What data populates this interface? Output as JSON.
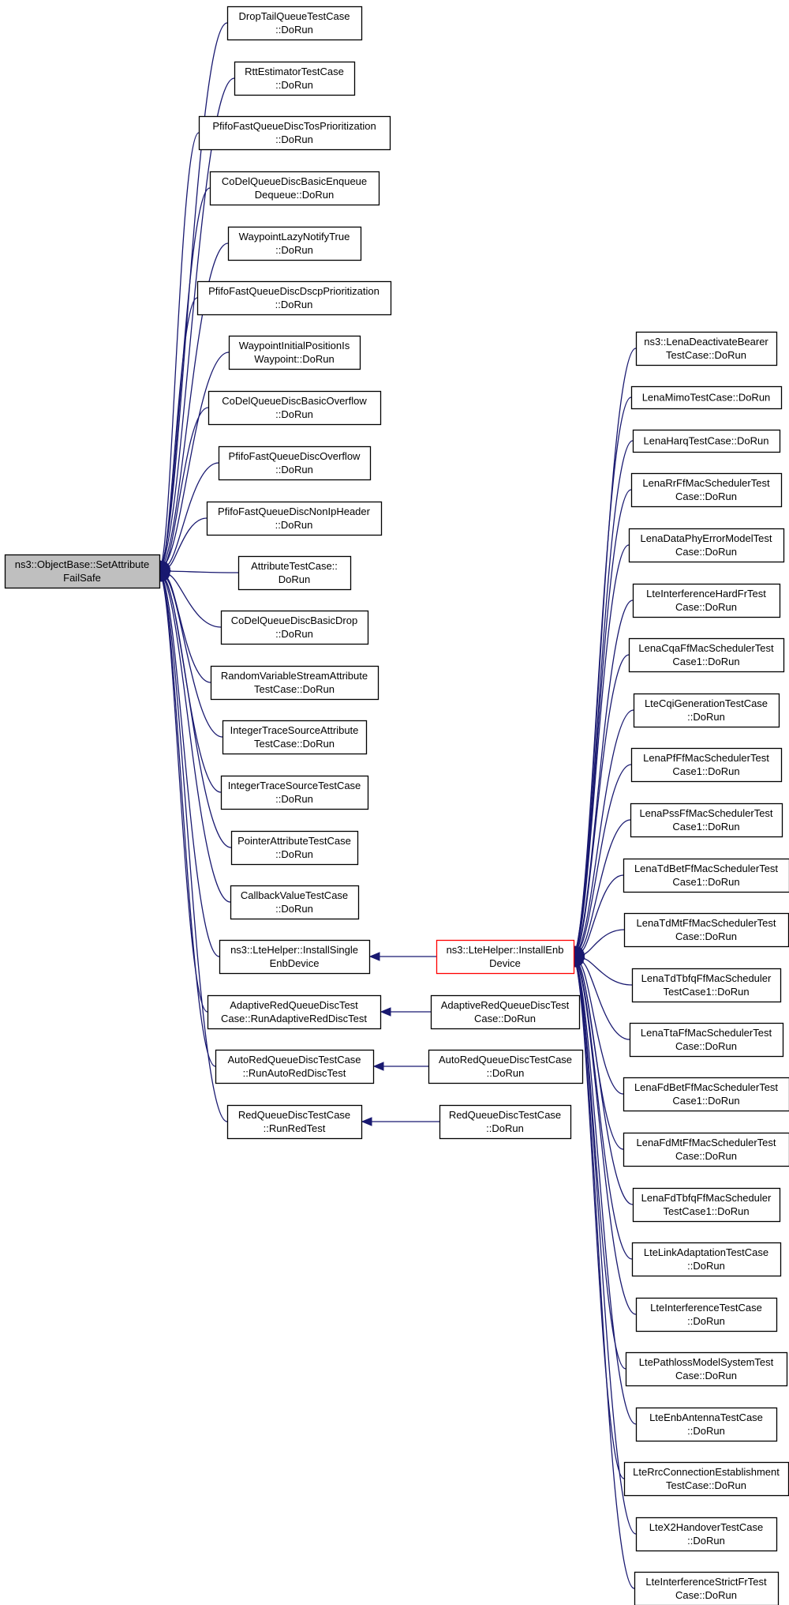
{
  "diagram": {
    "title": "",
    "edge_color": "#191970",
    "highlight_color": "#ff0000",
    "root_fill": "#bfbfbf",
    "nodes": [
      {
        "id": "objectbase_setattributefailsafe",
        "lines": [
          "ns3::ObjectBase::SetAttribute",
          "FailSafe"
        ],
        "style": "root"
      },
      {
        "id": "droptail",
        "lines": [
          "DropTailQueueTestCase",
          "::DoRun"
        ]
      },
      {
        "id": "rttestimator",
        "lines": [
          "RttEstimatorTestCase",
          "::DoRun"
        ]
      },
      {
        "id": "pfifo_tos",
        "lines": [
          "PfifoFastQueueDiscTosPrioritization",
          "::DoRun"
        ]
      },
      {
        "id": "codel_enqueue",
        "lines": [
          "CoDelQueueDiscBasicEnqueue",
          "Dequeue::DoRun"
        ]
      },
      {
        "id": "waypoint_lazy",
        "lines": [
          "WaypointLazyNotifyTrue",
          "::DoRun"
        ]
      },
      {
        "id": "pfifo_dscp",
        "lines": [
          "PfifoFastQueueDiscDscpPrioritization",
          "::DoRun"
        ]
      },
      {
        "id": "waypoint_initial",
        "lines": [
          "WaypointInitialPositionIs",
          "Waypoint::DoRun"
        ]
      },
      {
        "id": "codel_overflow",
        "lines": [
          "CoDelQueueDiscBasicOverflow",
          "::DoRun"
        ]
      },
      {
        "id": "pfifo_overflow",
        "lines": [
          "PfifoFastQueueDiscOverflow",
          "::DoRun"
        ]
      },
      {
        "id": "pfifo_nonip",
        "lines": [
          "PfifoFastQueueDiscNonIpHeader",
          "::DoRun"
        ]
      },
      {
        "id": "attribute_testcase",
        "lines": [
          "AttributeTestCase::",
          "DoRun"
        ]
      },
      {
        "id": "codel_drop",
        "lines": [
          "CoDelQueueDiscBasicDrop",
          "::DoRun"
        ]
      },
      {
        "id": "randomvar_attr",
        "lines": [
          "RandomVariableStreamAttribute",
          "TestCase::DoRun"
        ]
      },
      {
        "id": "inttrace_attr",
        "lines": [
          "IntegerTraceSourceAttribute",
          "TestCase::DoRun"
        ]
      },
      {
        "id": "inttrace_tc",
        "lines": [
          "IntegerTraceSourceTestCase",
          "::DoRun"
        ]
      },
      {
        "id": "pointer_attr",
        "lines": [
          "PointerAttributeTestCase",
          "::DoRun"
        ]
      },
      {
        "id": "callback_value",
        "lines": [
          "CallbackValueTestCase",
          "::DoRun"
        ]
      },
      {
        "id": "ltehelper_single",
        "lines": [
          "ns3::LteHelper::InstallSingle",
          "EnbDevice"
        ]
      },
      {
        "id": "adaptivered_run",
        "lines": [
          "AdaptiveRedQueueDiscTest",
          "Case::RunAdaptiveRedDiscTest"
        ]
      },
      {
        "id": "autored_run",
        "lines": [
          "AutoRedQueueDiscTestCase",
          "::RunAutoRedDiscTest"
        ]
      },
      {
        "id": "red_run",
        "lines": [
          "RedQueueDiscTestCase",
          "::RunRedTest"
        ]
      },
      {
        "id": "ltehelper_install",
        "lines": [
          "ns3::LteHelper::InstallEnb",
          "Device"
        ],
        "style": "highlight"
      },
      {
        "id": "adaptivered_dorun",
        "lines": [
          "AdaptiveRedQueueDiscTest",
          "Case::DoRun"
        ]
      },
      {
        "id": "autored_dorun",
        "lines": [
          "AutoRedQueueDiscTestCase",
          "::DoRun"
        ]
      },
      {
        "id": "red_dorun",
        "lines": [
          "RedQueueDiscTestCase",
          "::DoRun"
        ]
      },
      {
        "id": "lena_deactivate",
        "lines": [
          "ns3::LenaDeactivateBearer",
          "TestCase::DoRun"
        ]
      },
      {
        "id": "lena_mimo",
        "lines": [
          "LenaMimoTestCase::DoRun"
        ]
      },
      {
        "id": "lena_harq",
        "lines": [
          "LenaHarqTestCase::DoRun"
        ]
      },
      {
        "id": "lena_rrff",
        "lines": [
          "LenaRrFfMacSchedulerTest",
          "Case::DoRun"
        ]
      },
      {
        "id": "lena_dataphy",
        "lines": [
          "LenaDataPhyErrorModelTest",
          "Case::DoRun"
        ]
      },
      {
        "id": "lte_intf_hardfr",
        "lines": [
          "LteInterferenceHardFrTest",
          "Case::DoRun"
        ]
      },
      {
        "id": "lena_cqaff",
        "lines": [
          "LenaCqaFfMacSchedulerTest",
          "Case1::DoRun"
        ]
      },
      {
        "id": "lte_cqigen",
        "lines": [
          "LteCqiGenerationTestCase",
          "::DoRun"
        ]
      },
      {
        "id": "lena_pfff",
        "lines": [
          "LenaPfFfMacSchedulerTest",
          "Case1::DoRun"
        ]
      },
      {
        "id": "lena_pssff",
        "lines": [
          "LenaPssFfMacSchedulerTest",
          "Case1::DoRun"
        ]
      },
      {
        "id": "lena_tdbetff",
        "lines": [
          "LenaTdBetFfMacSchedulerTest",
          "Case1::DoRun"
        ]
      },
      {
        "id": "lena_tdmtff",
        "lines": [
          "LenaTdMtFfMacSchedulerTest",
          "Case::DoRun"
        ]
      },
      {
        "id": "lena_tdtbfqff",
        "lines": [
          "LenaTdTbfqFfMacScheduler",
          "TestCase1::DoRun"
        ]
      },
      {
        "id": "lena_ttaff",
        "lines": [
          "LenaTtaFfMacSchedulerTest",
          "Case::DoRun"
        ]
      },
      {
        "id": "lena_fdbetff",
        "lines": [
          "LenaFdBetFfMacSchedulerTest",
          "Case1::DoRun"
        ]
      },
      {
        "id": "lena_fdmtff",
        "lines": [
          "LenaFdMtFfMacSchedulerTest",
          "Case::DoRun"
        ]
      },
      {
        "id": "lena_fdtbfqff",
        "lines": [
          "LenaFdTbfqFfMacScheduler",
          "TestCase1::DoRun"
        ]
      },
      {
        "id": "lte_linkadapt",
        "lines": [
          "LteLinkAdaptationTestCase",
          "::DoRun"
        ]
      },
      {
        "id": "lte_intf_tc",
        "lines": [
          "LteInterferenceTestCase",
          "::DoRun"
        ]
      },
      {
        "id": "lte_pathloss",
        "lines": [
          "LtePathlossModelSystemTest",
          "Case::DoRun"
        ]
      },
      {
        "id": "lte_enbantenna",
        "lines": [
          "LteEnbAntennaTestCase",
          "::DoRun"
        ]
      },
      {
        "id": "lte_rrcconn",
        "lines": [
          "LteRrcConnectionEstablishment",
          "TestCase::DoRun"
        ]
      },
      {
        "id": "lte_x2handover",
        "lines": [
          "LteX2HandoverTestCase",
          "::DoRun"
        ]
      },
      {
        "id": "lte_intf_strictfr",
        "lines": [
          "LteInterferenceStrictFrTest",
          "Case::DoRun"
        ]
      }
    ],
    "edges": [
      [
        "droptail",
        "objectbase_setattributefailsafe"
      ],
      [
        "rttestimator",
        "objectbase_setattributefailsafe"
      ],
      [
        "pfifo_tos",
        "objectbase_setattributefailsafe"
      ],
      [
        "codel_enqueue",
        "objectbase_setattributefailsafe"
      ],
      [
        "waypoint_lazy",
        "objectbase_setattributefailsafe"
      ],
      [
        "pfifo_dscp",
        "objectbase_setattributefailsafe"
      ],
      [
        "waypoint_initial",
        "objectbase_setattributefailsafe"
      ],
      [
        "codel_overflow",
        "objectbase_setattributefailsafe"
      ],
      [
        "pfifo_overflow",
        "objectbase_setattributefailsafe"
      ],
      [
        "pfifo_nonip",
        "objectbase_setattributefailsafe"
      ],
      [
        "attribute_testcase",
        "objectbase_setattributefailsafe"
      ],
      [
        "codel_drop",
        "objectbase_setattributefailsafe"
      ],
      [
        "randomvar_attr",
        "objectbase_setattributefailsafe"
      ],
      [
        "inttrace_attr",
        "objectbase_setattributefailsafe"
      ],
      [
        "inttrace_tc",
        "objectbase_setattributefailsafe"
      ],
      [
        "pointer_attr",
        "objectbase_setattributefailsafe"
      ],
      [
        "callback_value",
        "objectbase_setattributefailsafe"
      ],
      [
        "ltehelper_single",
        "objectbase_setattributefailsafe"
      ],
      [
        "adaptivered_run",
        "objectbase_setattributefailsafe"
      ],
      [
        "autored_run",
        "objectbase_setattributefailsafe"
      ],
      [
        "red_run",
        "objectbase_setattributefailsafe"
      ],
      [
        "ltehelper_install",
        "ltehelper_single"
      ],
      [
        "adaptivered_dorun",
        "adaptivered_run"
      ],
      [
        "autored_dorun",
        "autored_run"
      ],
      [
        "red_dorun",
        "red_run"
      ],
      [
        "lena_deactivate",
        "ltehelper_install"
      ],
      [
        "lena_mimo",
        "ltehelper_install"
      ],
      [
        "lena_harq",
        "ltehelper_install"
      ],
      [
        "lena_rrff",
        "ltehelper_install"
      ],
      [
        "lena_dataphy",
        "ltehelper_install"
      ],
      [
        "lte_intf_hardfr",
        "ltehelper_install"
      ],
      [
        "lena_cqaff",
        "ltehelper_install"
      ],
      [
        "lte_cqigen",
        "ltehelper_install"
      ],
      [
        "lena_pfff",
        "ltehelper_install"
      ],
      [
        "lena_pssff",
        "ltehelper_install"
      ],
      [
        "lena_tdbetff",
        "ltehelper_install"
      ],
      [
        "lena_tdmtff",
        "ltehelper_install"
      ],
      [
        "lena_tdtbfqff",
        "ltehelper_install"
      ],
      [
        "lena_ttaff",
        "ltehelper_install"
      ],
      [
        "lena_fdbetff",
        "ltehelper_install"
      ],
      [
        "lena_fdmtff",
        "ltehelper_install"
      ],
      [
        "lena_fdtbfqff",
        "ltehelper_install"
      ],
      [
        "lte_linkadapt",
        "ltehelper_install"
      ],
      [
        "lte_intf_tc",
        "ltehelper_install"
      ],
      [
        "lte_pathloss",
        "ltehelper_install"
      ],
      [
        "lte_enbantenna",
        "ltehelper_install"
      ],
      [
        "lte_rrcconn",
        "ltehelper_install"
      ],
      [
        "lte_x2handover",
        "ltehelper_install"
      ],
      [
        "lte_intf_strictfr",
        "ltehelper_install"
      ]
    ]
  }
}
